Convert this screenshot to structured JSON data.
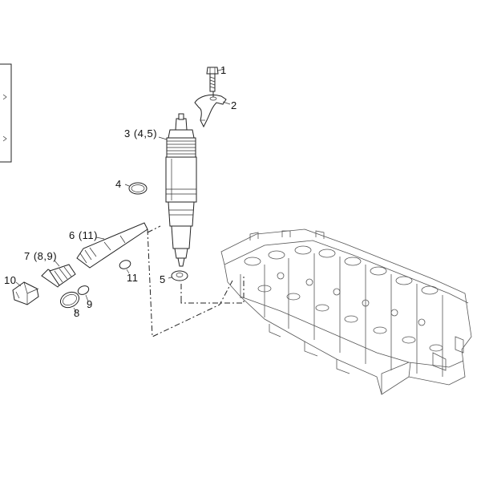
{
  "callouts": [
    {
      "id": "c1",
      "text": "1"
    },
    {
      "id": "c2",
      "text": "2"
    },
    {
      "id": "c3",
      "text": "3 (4,5)"
    },
    {
      "id": "c4",
      "text": "4"
    },
    {
      "id": "c5",
      "text": "5"
    },
    {
      "id": "c6",
      "text": "6 (11)"
    },
    {
      "id": "c7",
      "text": "7 (8,9)"
    },
    {
      "id": "c8",
      "text": "8"
    },
    {
      "id": "c9",
      "text": "9"
    },
    {
      "id": "c10",
      "text": "10"
    },
    {
      "id": "c11",
      "text": "11"
    }
  ],
  "colors": {
    "line": "#222222",
    "background": "#ffffff",
    "head_line": "#555555"
  }
}
